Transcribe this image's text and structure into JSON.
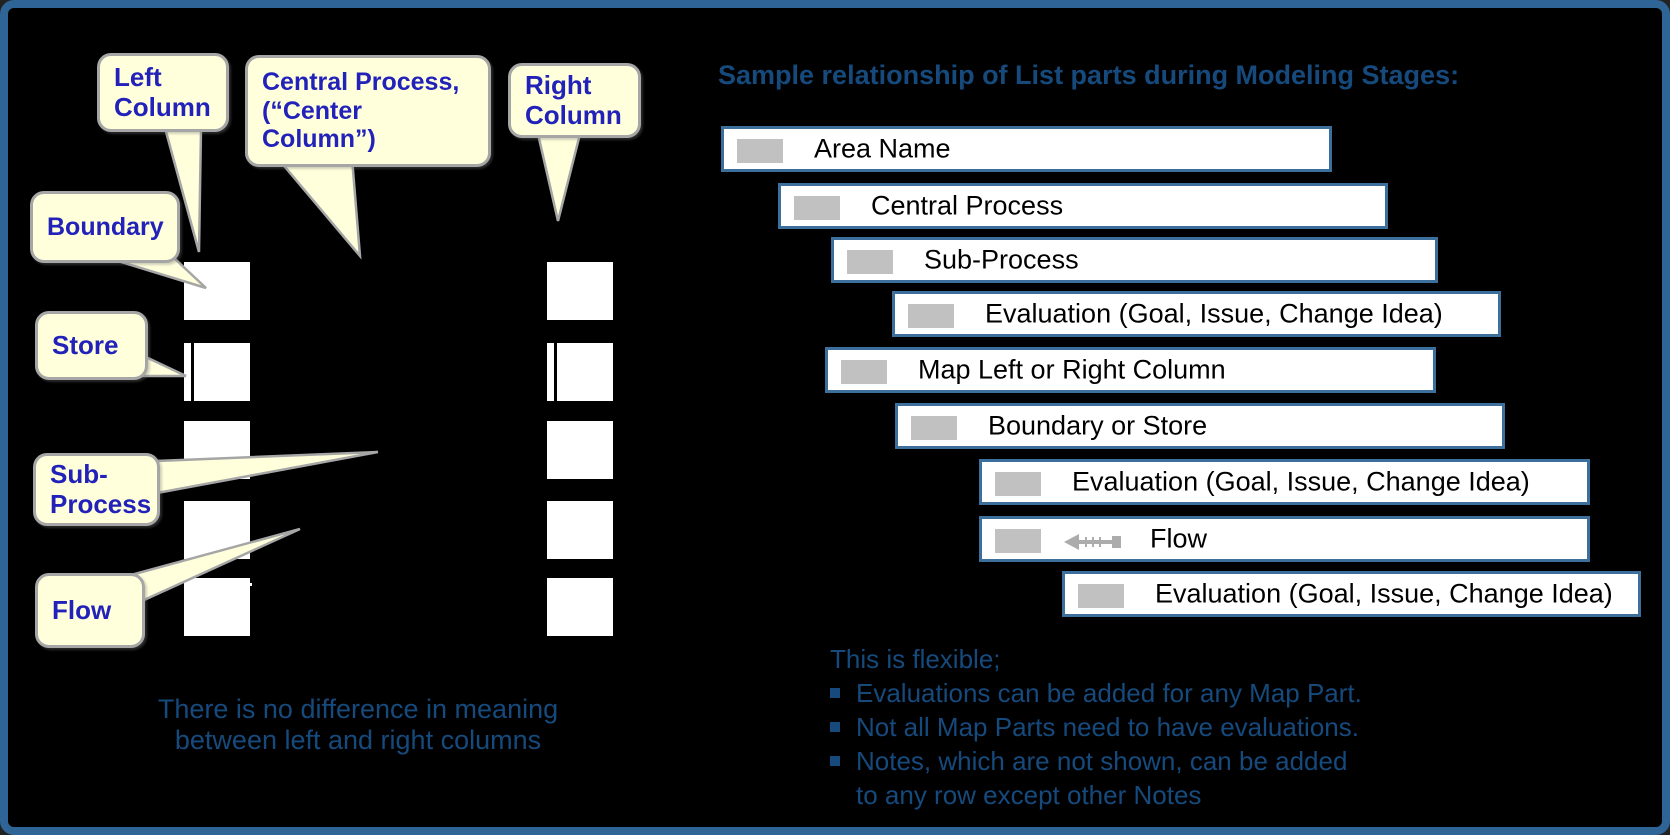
{
  "left_panel": {
    "callouts": [
      {
        "label": "Left Column"
      },
      {
        "label": "Central Process, (“Center Column”)"
      },
      {
        "label": "Right Column"
      },
      {
        "label": "Boundary"
      },
      {
        "label": "Store"
      },
      {
        "label": "Sub-Process"
      },
      {
        "label": "Flow"
      }
    ],
    "caption": {
      "line1": "There is no difference in meaning",
      "line2": "between left and right columns"
    }
  },
  "right_panel": {
    "title": "Sample relationship of List parts during Modeling Stages:",
    "rows": [
      {
        "label": "Area Name",
        "icon": "map-part-placeholder"
      },
      {
        "label": "Central Process",
        "icon": "map-part-placeholder"
      },
      {
        "label": "Sub-Process",
        "icon": "map-part-placeholder"
      },
      {
        "label": "Evaluation (Goal, Issue, Change Idea)",
        "icon": "map-part-placeholder"
      },
      {
        "label": "Map Left or Right Column",
        "icon": "map-part-placeholder"
      },
      {
        "label": "Boundary or Store",
        "icon": "map-part-placeholder"
      },
      {
        "label": "Evaluation (Goal, Issue, Change Idea)",
        "icon": "map-part-placeholder"
      },
      {
        "label": "Flow",
        "icon": "map-part-placeholder",
        "extra_icon": "flow-left-arrow"
      },
      {
        "label": "Evaluation (Goal, Issue, Change Idea)",
        "icon": "map-part-placeholder"
      }
    ],
    "notes": {
      "heading": "This is flexible;",
      "bullets": [
        "Evaluations can be added for any Map Part.",
        "Not all Map Parts need to have evaluations.",
        "Notes, which are not shown, can be added"
      ],
      "continuation": "to any row except other Notes"
    }
  },
  "colors": {
    "bg": "#000000",
    "frame_border": "#2e6496",
    "bubble_fill": "#ffffdb",
    "bubble_border": "#a6a6a6",
    "bubble_text": "#2222bb",
    "navy": "#164a7d",
    "row_border": "#3d6f9d",
    "icon_gray": "#c1c1c1",
    "arrow_gray": "#acacac",
    "square_white": "#ffffff"
  }
}
